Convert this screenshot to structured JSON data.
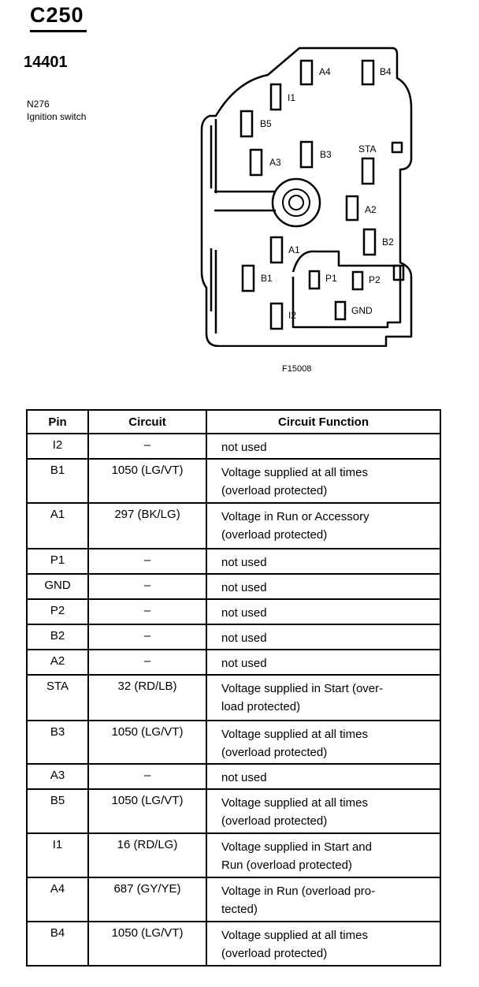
{
  "header": {
    "connector": "C250",
    "part_number": "14401",
    "code": "N276",
    "component": "Ignition switch"
  },
  "diagram": {
    "figure_id": "F15008",
    "terminals": [
      "A4",
      "B4",
      "I1",
      "B5",
      "STA",
      "A3",
      "B3",
      "A2",
      "B2",
      "A1",
      "B1",
      "P1",
      "P2",
      "I2",
      "GND"
    ]
  },
  "table": {
    "headers": [
      "Pin",
      "Circuit",
      "Circuit Function"
    ],
    "rows": [
      {
        "pin": "I2",
        "circuit": "–",
        "function": [
          "not used"
        ]
      },
      {
        "pin": "B1",
        "circuit": "1050 (LG/VT)",
        "function": [
          "Voltage supplied at all times",
          "(overload protected)"
        ]
      },
      {
        "pin": "A1",
        "circuit": "297 (BK/LG)",
        "function": [
          "Voltage in Run or Accessory",
          "(overload protected)"
        ]
      },
      {
        "pin": "P1",
        "circuit": "–",
        "function": [
          "not used"
        ]
      },
      {
        "pin": "GND",
        "circuit": "–",
        "function": [
          "not used"
        ]
      },
      {
        "pin": "P2",
        "circuit": "–",
        "function": [
          "not used"
        ]
      },
      {
        "pin": "B2",
        "circuit": "–",
        "function": [
          "not used"
        ]
      },
      {
        "pin": "A2",
        "circuit": "–",
        "function": [
          "not used"
        ]
      },
      {
        "pin": "STA",
        "circuit": "32 (RD/LB)",
        "function": [
          "Voltage supplied in Start (over-",
          "load protected)"
        ]
      },
      {
        "pin": "B3",
        "circuit": "1050 (LG/VT)",
        "function": [
          "Voltage supplied at all times",
          "(overload protected)"
        ]
      },
      {
        "pin": "A3",
        "circuit": "–",
        "function": [
          "not used"
        ]
      },
      {
        "pin": "B5",
        "circuit": "1050 (LG/VT)",
        "function": [
          "Voltage supplied at all times",
          "(overload protected)"
        ]
      },
      {
        "pin": "I1",
        "circuit": "16 (RD/LG)",
        "function": [
          "Voltage supplied in Start and",
          "Run (overload protected)"
        ]
      },
      {
        "pin": "A4",
        "circuit": "687 (GY/YE)",
        "function": [
          "Voltage in Run (overload pro-",
          "tected)"
        ]
      },
      {
        "pin": "B4",
        "circuit": "1050 (LG/VT)",
        "function": [
          "Voltage supplied at all times",
          "(overload protected)"
        ]
      }
    ]
  }
}
